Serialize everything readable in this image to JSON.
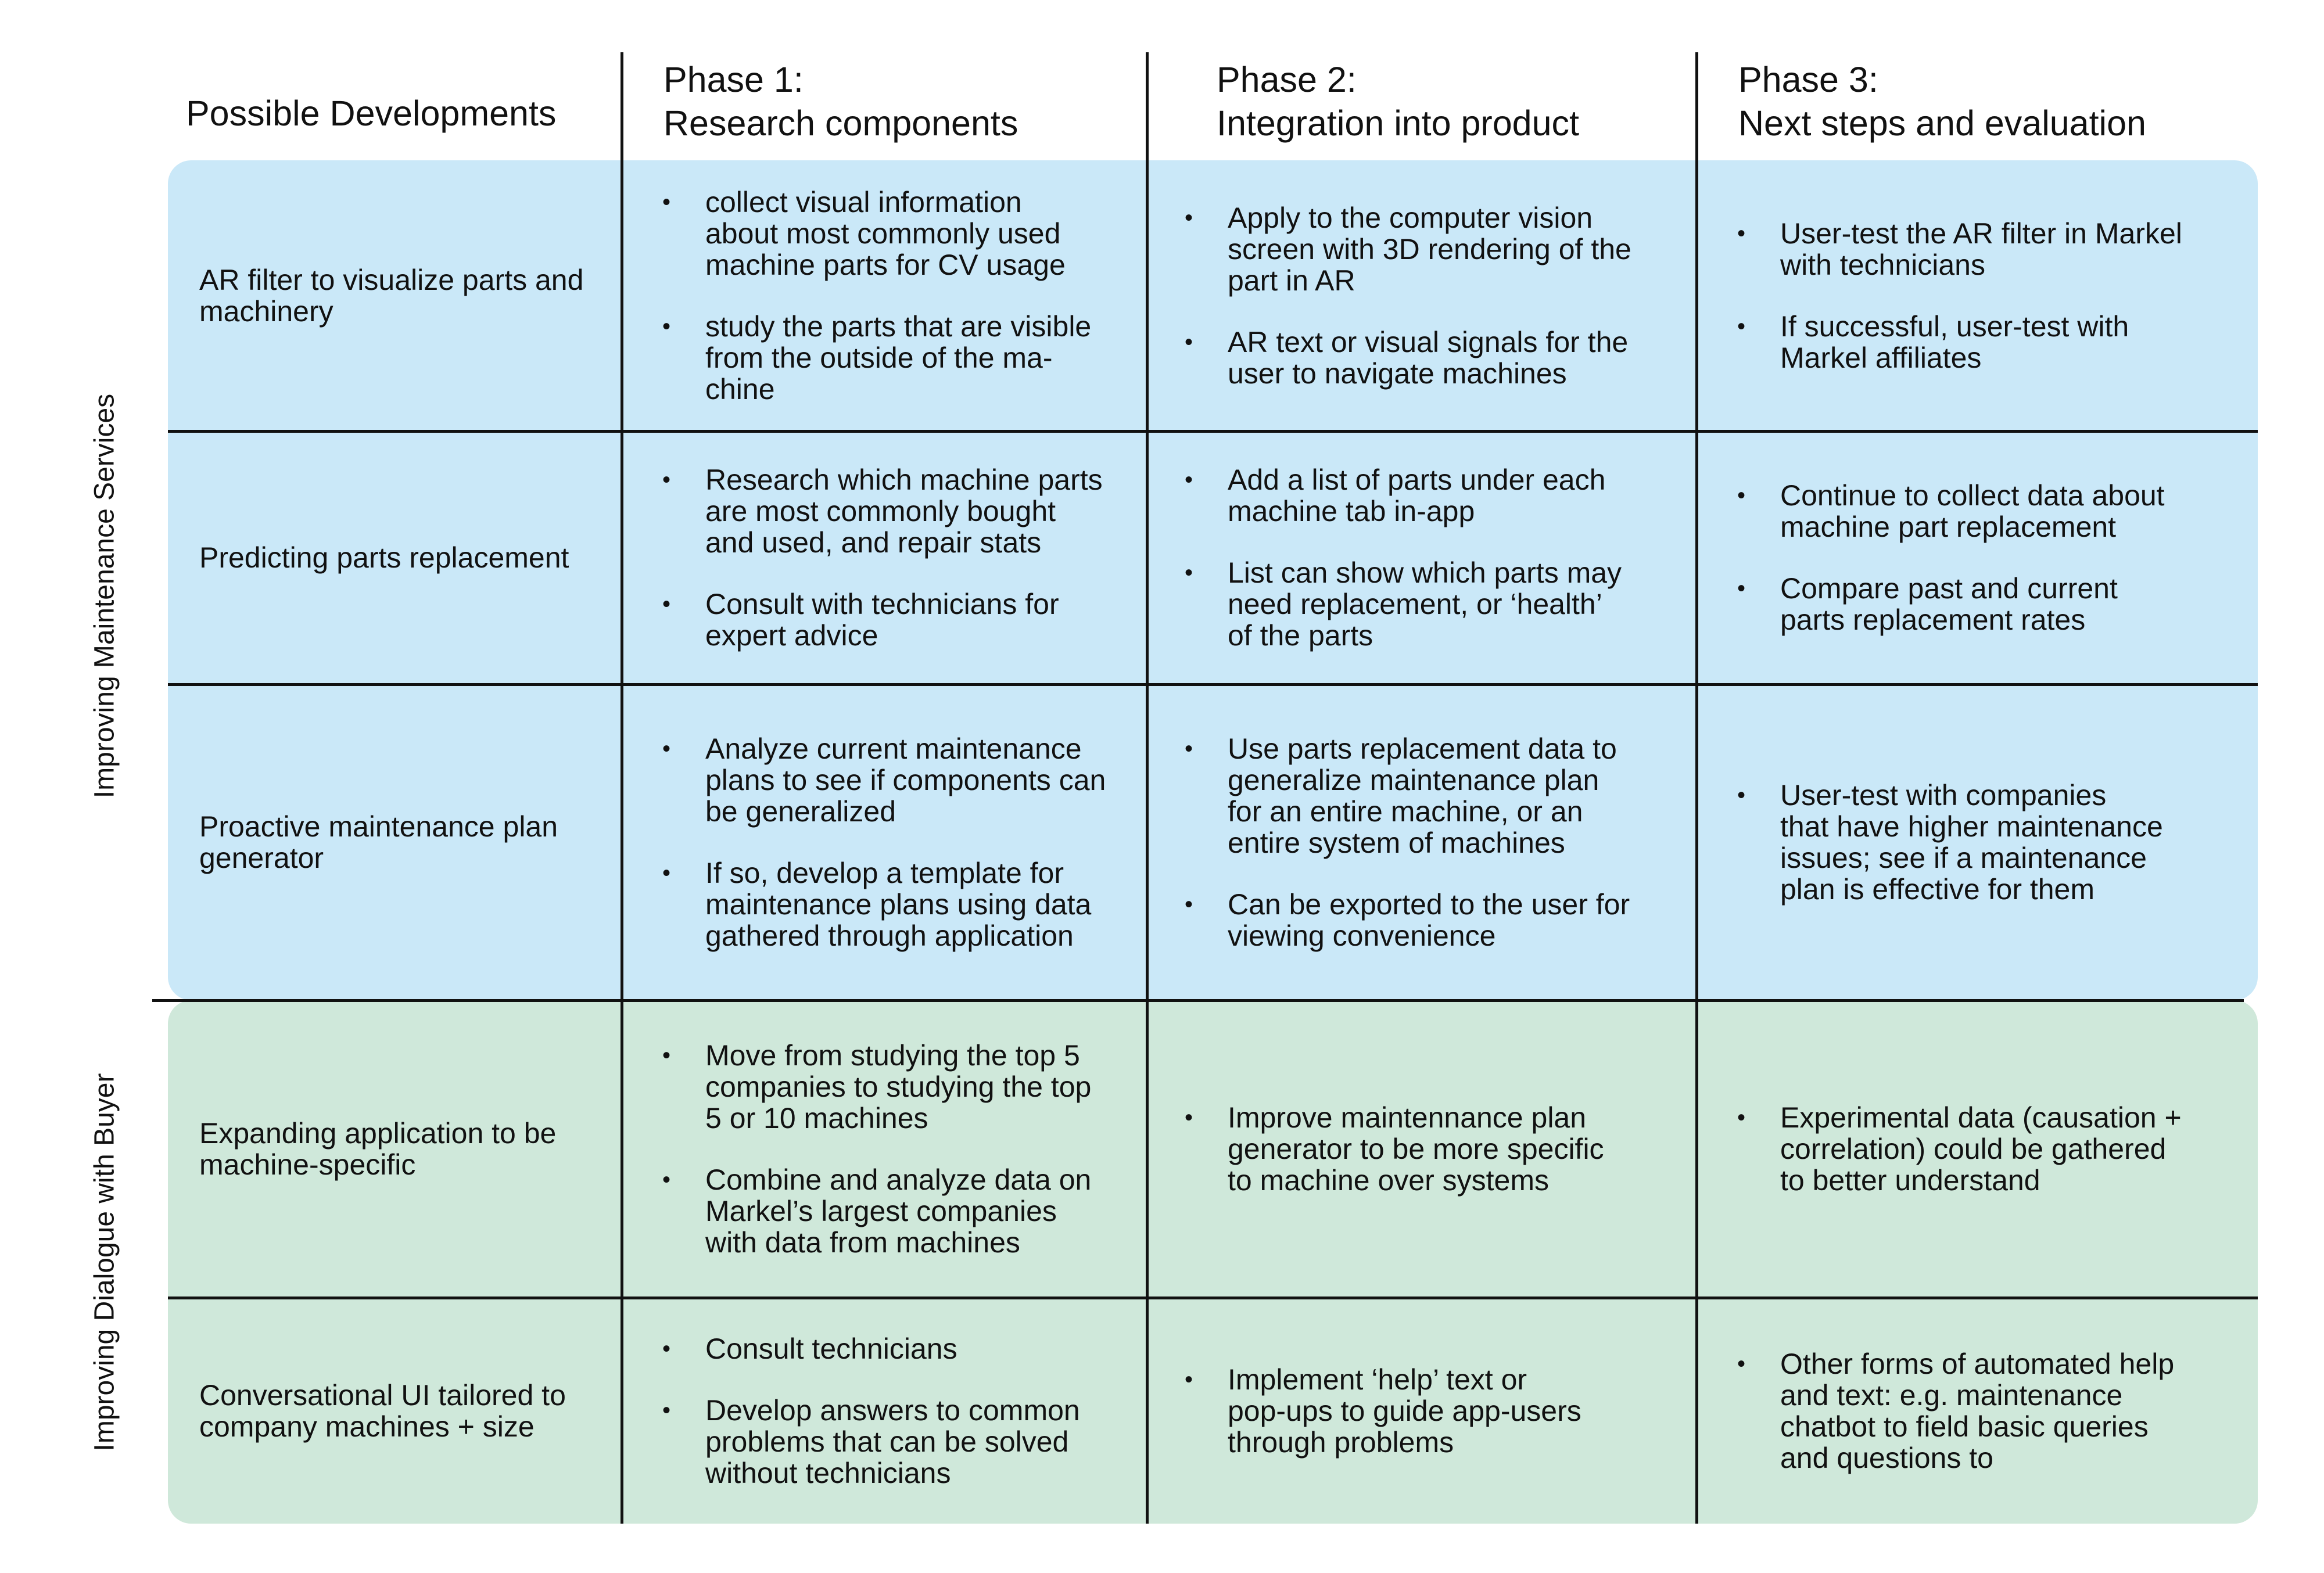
{
  "colors": {
    "group1": "#cae8f8",
    "group2": "#cfe8da"
  },
  "header": {
    "developments": "Possible Developments",
    "phases": [
      {
        "line1": "Phase 1:",
        "line2": "Research components"
      },
      {
        "line1": "Phase 2:",
        "line2": "Integration into product"
      },
      {
        "line1": "Phase 3:",
        "line2": "Next steps and evaluation"
      }
    ]
  },
  "groups": [
    {
      "label": "Improving Maintenance Services"
    },
    {
      "label": "Improving Dialogue with Buyer"
    }
  ],
  "rows": [
    {
      "label": [
        "AR filter to visualize parts and",
        "machinery"
      ],
      "phases": [
        [
          [
            "collect visual information",
            "about most commonly used",
            "machine parts for CV usage"
          ],
          [
            "study the parts that are visible",
            "from the outside of the ma-",
            "chine"
          ]
        ],
        [
          [
            "Apply to the computer vision",
            "screen with 3D rendering of the",
            "part in AR"
          ],
          [
            "AR text or visual signals for the",
            "user to navigate machines"
          ]
        ],
        [
          [
            "User-test the AR filter in Markel",
            "with technicians"
          ],
          [
            "If successful, user-test with",
            "Markel affiliates"
          ]
        ]
      ]
    },
    {
      "label": [
        "Predicting parts replacement"
      ],
      "phases": [
        [
          [
            "Research which machine parts",
            "are most commonly bought",
            "and used, and repair stats"
          ],
          [
            "Consult with technicians for",
            "expert advice"
          ]
        ],
        [
          [
            "Add a list of parts under each",
            "machine tab in-app"
          ],
          [
            "List can show which parts may",
            "need replacement, or ‘health’",
            "of the parts"
          ]
        ],
        [
          [
            "Continue to collect data about",
            "machine part replacement"
          ],
          [
            "Compare past and current",
            "parts replacement rates"
          ]
        ]
      ]
    },
    {
      "label": [
        "Proactive maintenance plan",
        "generator"
      ],
      "phases": [
        [
          [
            "Analyze current maintenance",
            "plans to see if components can",
            "be generalized"
          ],
          [
            "If so, develop a template for",
            "maintenance plans using data",
            "gathered through application"
          ]
        ],
        [
          [
            "Use parts replacement data to",
            "generalize maintenance plan",
            "for an entire machine, or an",
            "entire system of machines"
          ],
          [
            "Can be exported to the user for",
            "viewing convenience"
          ]
        ],
        [
          [
            "User-test with companies",
            "that have higher maintenance",
            "issues; see if a maintenance",
            "plan is effective for them"
          ]
        ]
      ]
    },
    {
      "label": [
        "Expanding application to be",
        "machine-specific"
      ],
      "phases": [
        [
          [
            "Move from studying the top 5",
            "companies to studying the top",
            "5 or 10 machines"
          ],
          [
            "Combine and analyze data on",
            "Markel’s largest companies",
            "with data from machines"
          ]
        ],
        [
          [
            "Improve maintennance plan",
            "generator to be more specific",
            "to machine over systems"
          ]
        ],
        [
          [
            "Experimental data (causation +",
            "correlation) could be gathered",
            "to better understand"
          ]
        ]
      ]
    },
    {
      "label": [
        "Conversational UI tailored to",
        "company machines + size"
      ],
      "phases": [
        [
          [
            "Consult technicians"
          ],
          [
            "Develop answers to common",
            "problems that can be solved",
            "without technicians"
          ]
        ],
        [
          [
            "Implement ‘help’ text or",
            "pop-ups to guide app-users",
            "through problems"
          ]
        ],
        [
          [
            "Other forms of automated help",
            "and text: e.g. maintenance",
            "chatbot to field basic queries",
            "and questions to"
          ]
        ]
      ]
    }
  ]
}
